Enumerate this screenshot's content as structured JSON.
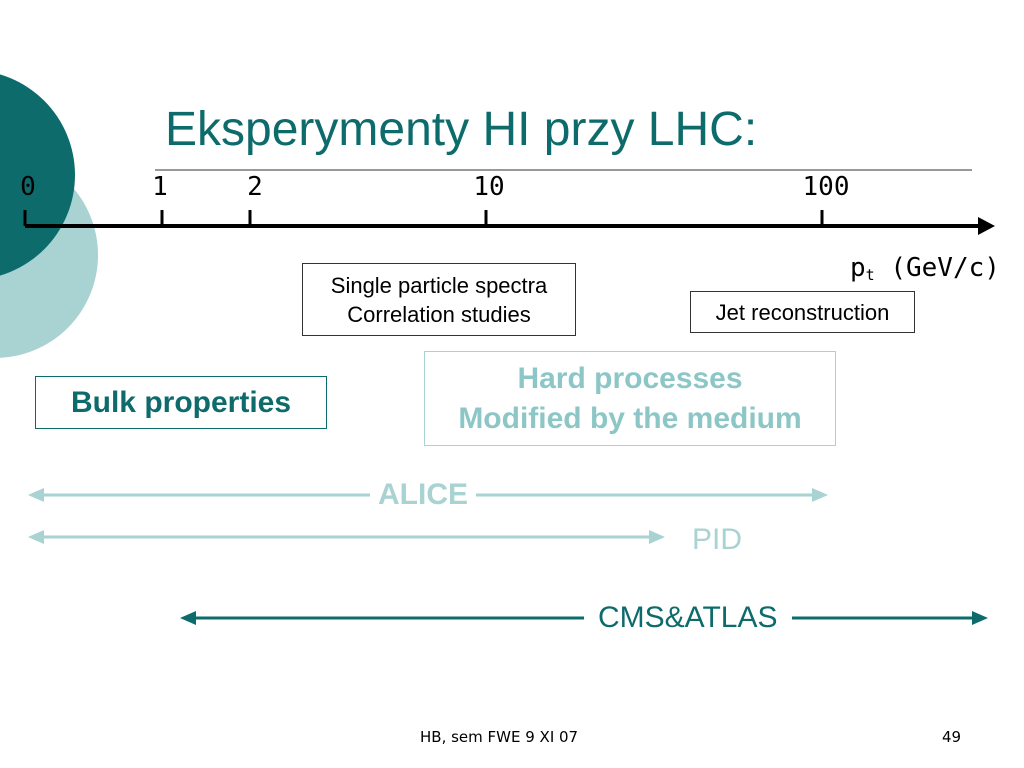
{
  "colors": {
    "brand_dark": "#0e6b6b",
    "brand_light": "#a9d2d2",
    "text": "#000000"
  },
  "title": "Eksperymenty HI przy LHC:",
  "axis": {
    "ticks": [
      "0",
      "1",
      "2",
      "10",
      "100"
    ],
    "unit_symbol": "p",
    "unit_subscript": "t",
    "unit": "(GeV/c)"
  },
  "boxes": {
    "single_particle": [
      "Single particle spectra",
      "Correlation studies"
    ],
    "jet": "Jet reconstruction",
    "bulk": "Bulk properties",
    "hard": [
      "Hard processes",
      "Modified by the medium"
    ]
  },
  "ranges": {
    "alice": "ALICE",
    "pid": "PID",
    "cms_atlas": "CMS&ATLAS"
  },
  "footer": {
    "text": "HB, sem FWE 9 XI 07",
    "page_number": "49"
  }
}
